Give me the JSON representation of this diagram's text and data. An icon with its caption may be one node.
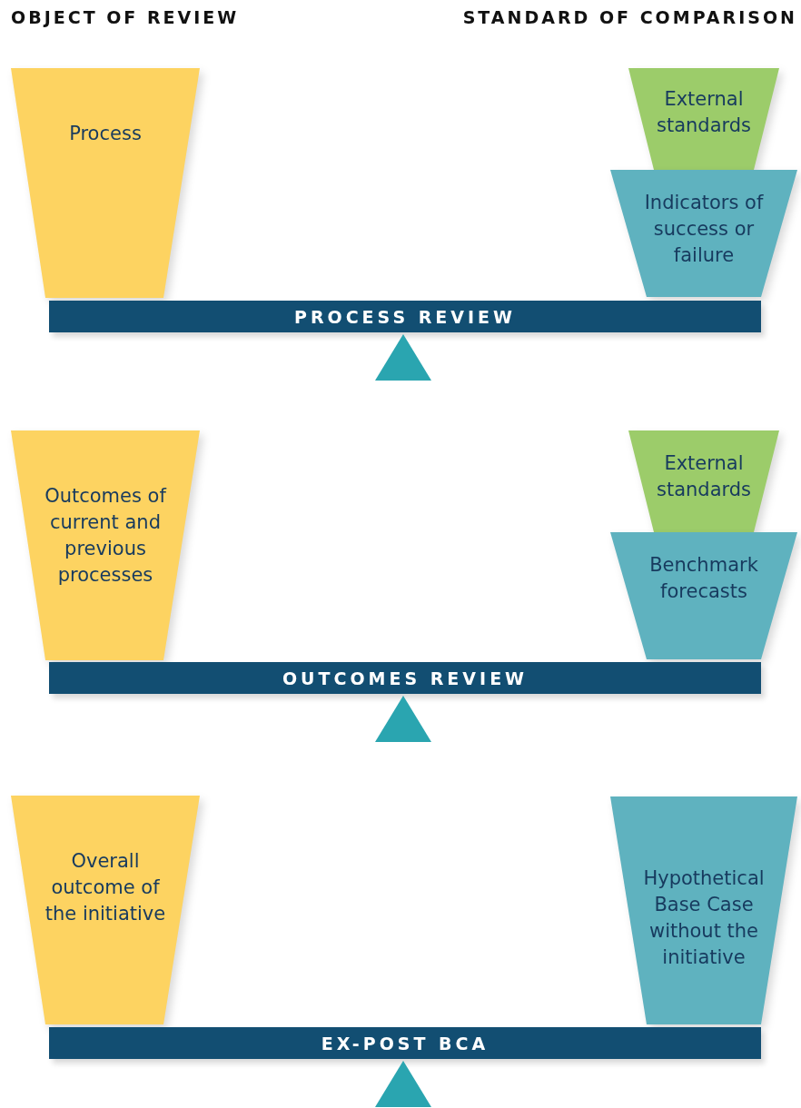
{
  "diagram": {
    "nodes": [
      {
        "text": [
          "Process"
        ]
      },
      {
        "text": [
          "External standards"
        ]
      },
      {
        "text": [
          "Indicators of success or failure"
        ]
      },
      {
        "text": [
          "PROCESS REVIEW"
        ]
      },
      {
        "text": [
          "Outcomes of current and previous processes"
        ]
      },
      {
        "text": [
          "External standards"
        ]
      },
      {
        "text": [
          "Benchmark forecasts"
        ]
      },
      {
        "text": [
          "OUTCOMES REVIEW"
        ]
      },
      {
        "text": [
          "Overall outcome of the initiative"
        ]
      },
      {
        "text": [
          "Hypothetical Base Case without the initiative"
        ]
      },
      {
        "text": [
          "EX-POST BCA"
        ]
      }
    ],
    "edges": [],
    "labels": [
      "OBJECT OF REVIEW",
      "STANDARD OF COMPARISON"
    ]
  }
}
